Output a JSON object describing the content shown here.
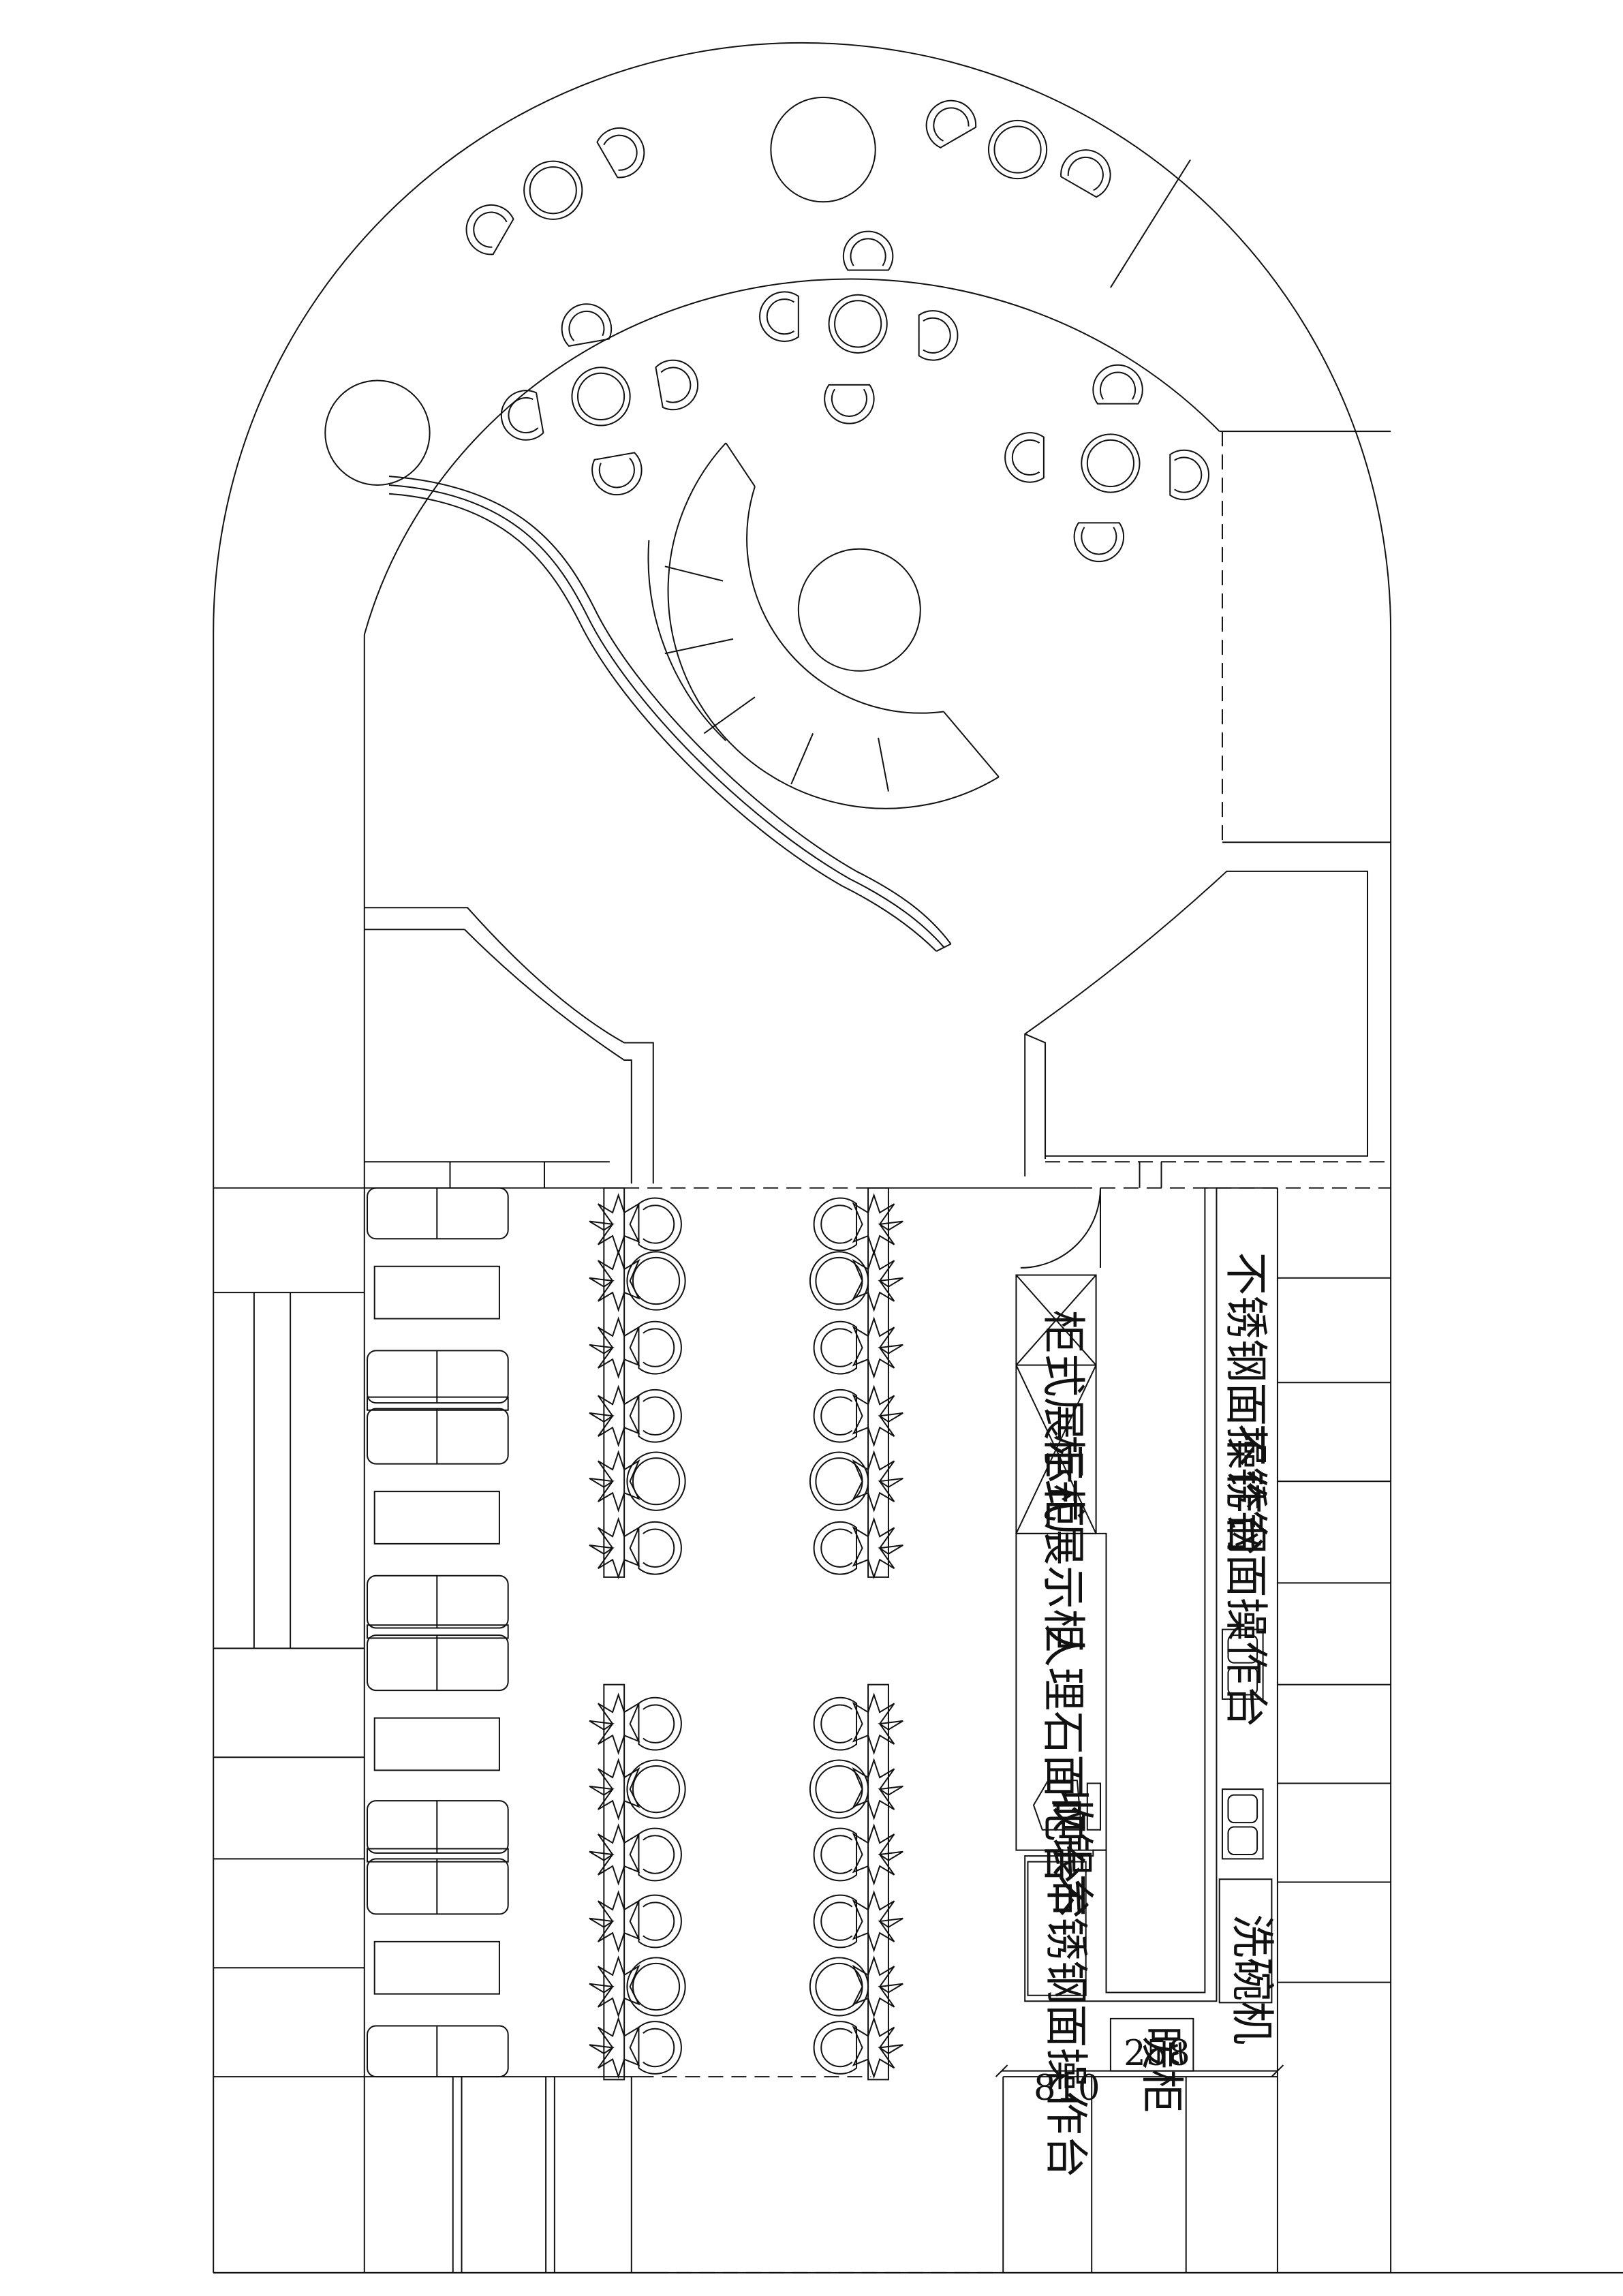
{
  "labels": {
    "prep_counter_1": "不锈钢面操作台",
    "prep_counter_2": "不锈钢面操作台",
    "display_cabinet_1": "柜式展示柜",
    "display_cabinet_2": "柜式展示柜",
    "bar_counter": "人理石面吧台",
    "cashier": "收银台",
    "sink_counter": "不锈钢面操作台",
    "dishwasher": "洗碗机",
    "small_cabinet": "暖柜"
  },
  "dimensions": {
    "dim_810": "810",
    "dim_258": "258"
  },
  "colors": {
    "line": "#111111",
    "background": "#ffffff"
  }
}
